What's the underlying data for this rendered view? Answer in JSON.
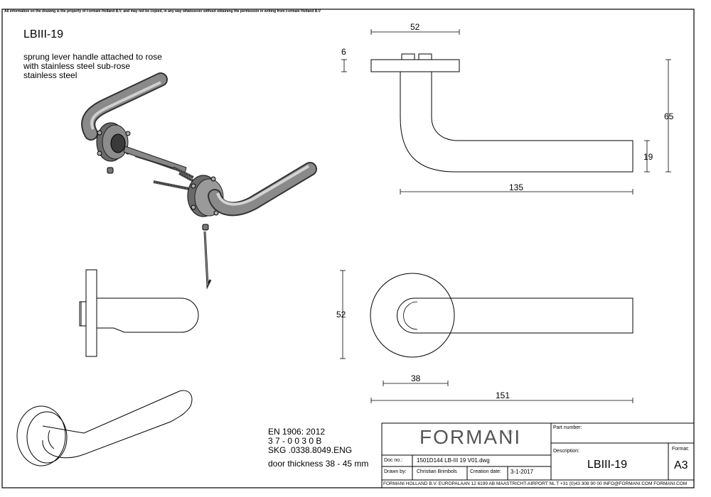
{
  "notice": "All information on the drawing is the property of Formani Holland B.V. and may not be copied, in any way whatsoever without obtaining the permission in writing from Formani Holland B.V",
  "product_code": "LBIII-19",
  "description": [
    "sprung lever handle attached to rose",
    "with stainless steel sub-rose",
    "stainless steel"
  ],
  "specs": [
    "EN 1906: 2012",
    "3 7 - 0 0 3 0 B",
    "SKG .0338.8049.ENG",
    "door thickness 38 - 45 mm"
  ],
  "dimensions": {
    "rose_width": "52",
    "rose_thickness": "6",
    "height": "65",
    "lever_thickness": "19",
    "lever_length": "135",
    "rose_diameter": "52",
    "offset": "38",
    "total_length": "151"
  },
  "title_block": {
    "brand": "FORMANI",
    "brand_mark": "®",
    "part_number_label": "Part number:",
    "description_label": "Description:",
    "description_value": "LBIII-19",
    "format_label": "Format:",
    "format_value": "A3",
    "doc_no_label": "Doc no.:",
    "doc_no_value": "1501D144 LB-III 19 V01.dwg",
    "drawn_by_label": "Drawn by:",
    "drawn_by_value": "Christian Brimbols",
    "creation_date_label": "Creation date:",
    "creation_date_value": "3-1-2017",
    "footer": "FORMANI HOLLAND B.V.  EUROPALAAN 12  6199 AB MAASTRICHT-AIRPORT NL  T +31 (0)43 308 90 00 INFO@FORMANI.COM FORMANI.COM"
  }
}
